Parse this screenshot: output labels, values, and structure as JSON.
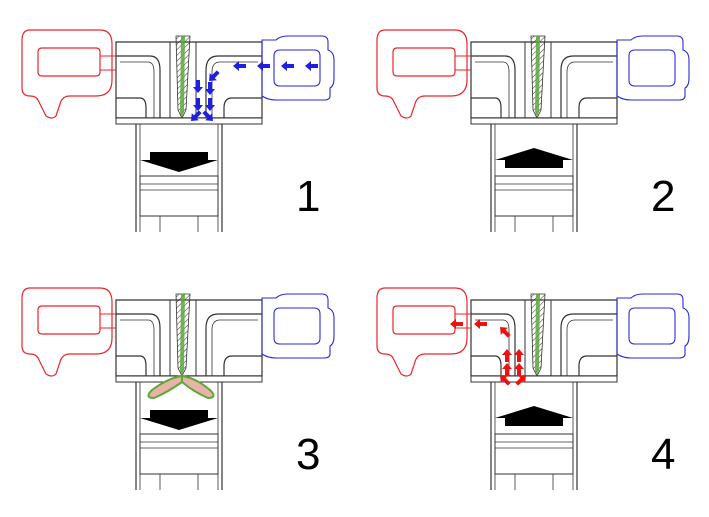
{
  "diagram": {
    "panels": [
      {
        "number": "1",
        "piston_arrow": "down",
        "flow": "intake"
      },
      {
        "number": "2",
        "piston_arrow": "up",
        "flow": "none"
      },
      {
        "number": "3",
        "piston_arrow": "down",
        "flow": "injection"
      },
      {
        "number": "4",
        "piston_arrow": "up",
        "flow": "exhaust"
      }
    ],
    "colors": {
      "exhaust_manifold": "#e8262a",
      "intake_manifold": "#2a2ad8",
      "intake_flow": "#1f1fe0",
      "exhaust_flow": "#ee1111",
      "injector": "#5ea83a",
      "structure": "#333333",
      "piston_arrow": "#000000"
    }
  }
}
